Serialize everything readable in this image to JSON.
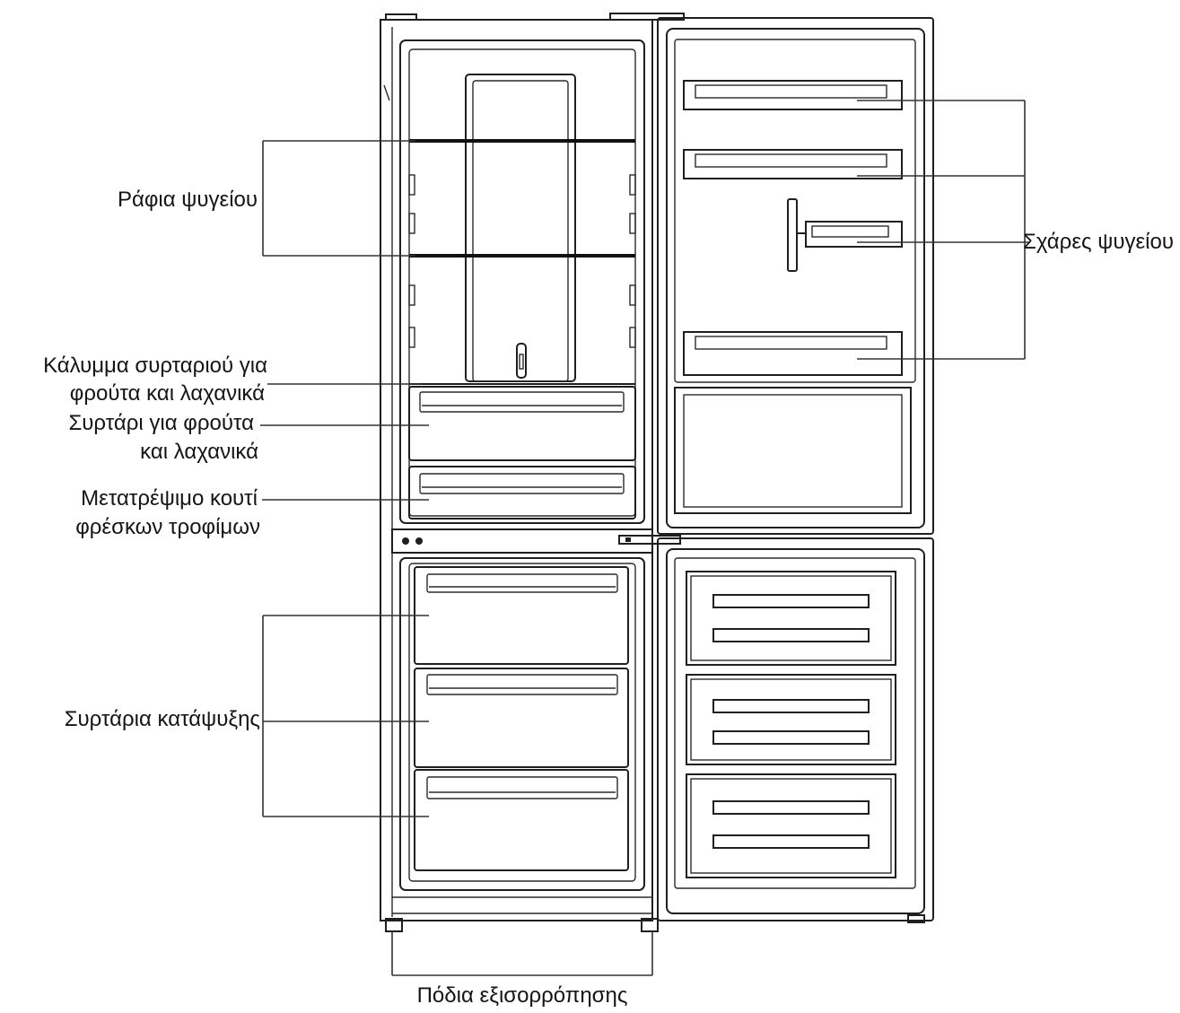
{
  "labels": {
    "fridge_shelves": "Ράφια ψυγείου",
    "door_racks": "Σχάρες ψυγείου",
    "crisper_cover_line1": "Κάλυμμα συρταριού για",
    "crisper_cover_line2": "φρούτα και λαχανικά",
    "crisper_drawer_line1": "Συρτάρι για φρούτα",
    "crisper_drawer_line2": "και λαχανικά",
    "convertible_box_line1": "Μετατρέψιμο κουτί",
    "convertible_box_line2": "φρέσκων τροφίμων",
    "freezer_drawers": "Συρτάρια κατάψυξης",
    "leveling_feet": "Πόδια εξισορρόπησης"
  }
}
